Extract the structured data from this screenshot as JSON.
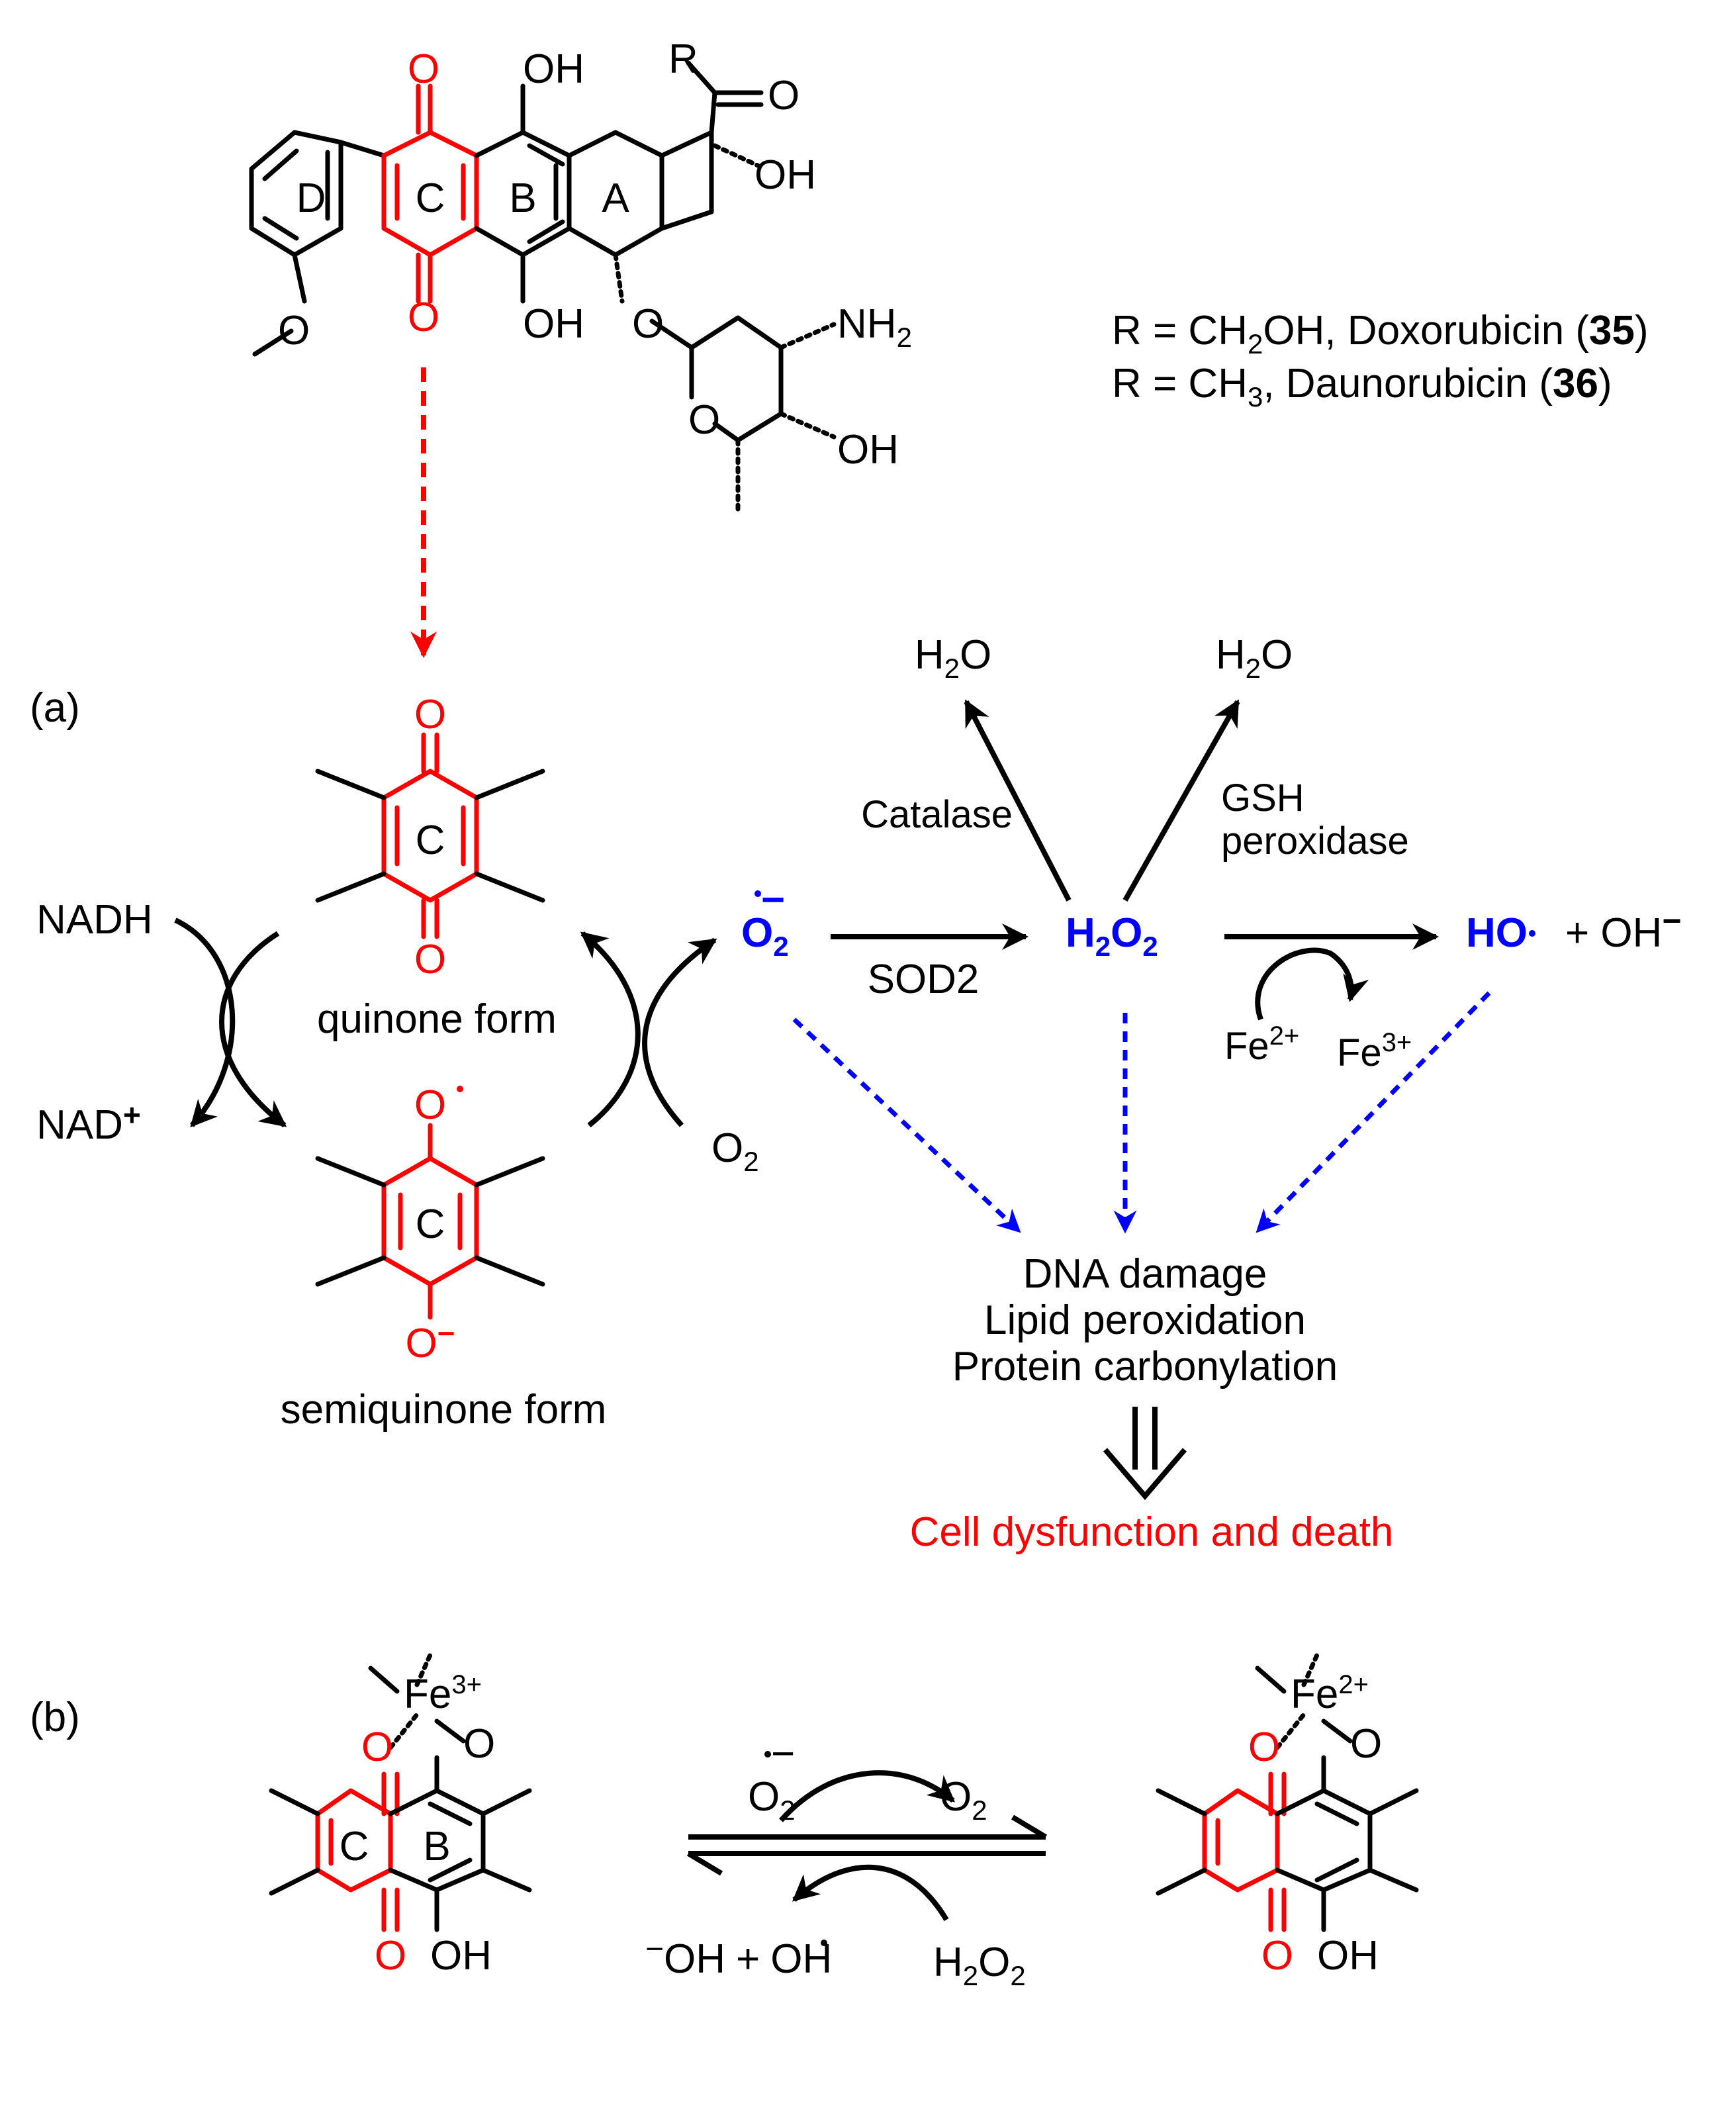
{
  "structure": {
    "atom_o": "O",
    "atom_oh": "OH",
    "atom_r": "R",
    "atom_nh2": "NH",
    "sub_2": "2",
    "ring_d": "D",
    "ring_c": "C",
    "ring_b": "B",
    "ring_a": "A",
    "legend_line1_a": "R = CH",
    "legend_line1_b": "OH, Doxorubicin (",
    "legend_line1_num": "35",
    "legend_line1_c": ")",
    "legend_line2_a": "R = CH",
    "legend_line2_sub": "3",
    "legend_line2_b": ", Daunorubicin (",
    "legend_line2_num": "36",
    "legend_line2_c": ")"
  },
  "panel_a": {
    "label": "(a)",
    "quinone_label": "quinone form",
    "semiquinone_label": "semiquinone form",
    "ring_c": "C",
    "nadh": "NADH",
    "nad_plus": "NAD",
    "plus_sign": "+",
    "o2": "O",
    "o2_sub": "2",
    "superoxide": "O",
    "superoxide_sub": "2",
    "superoxide_charge": "−",
    "sod2": "SOD2",
    "h2o2_h": "H",
    "h2o2_o": "O",
    "h2o2_sub": "2",
    "h2o_h": "H",
    "h2o_o": "O",
    "h2o_sub": "2",
    "catalase": "Catalase",
    "gsh": "GSH",
    "peroxidase": "peroxidase",
    "hydroxyl": "HO",
    "plus_oh": "+ OH",
    "minus": "−",
    "fe2": "Fe",
    "fe2_sup": "2+",
    "fe3": "Fe",
    "fe3_sup": "3+",
    "effect1": "DNA damage",
    "effect2": "Lipid peroxidation",
    "effect3": "Protein carbonylation",
    "outcome": "Cell dysfunction and death",
    "o_minus": "O",
    "o_radical": "O"
  },
  "panel_b": {
    "label": "(b)",
    "fe": "Fe",
    "fe3_sup": "3+",
    "fe2_sup": "2+",
    "ring_c": "C",
    "ring_b": "B",
    "o": "O",
    "oh": "OH",
    "superoxide": "O",
    "superoxide_sub": "2",
    "superoxide_charge": "−",
    "o2": "O",
    "o2_sub": "2",
    "oh_minus_left": "−",
    "oh_text": "OH",
    "plus_radical": "+",
    "h2o2": "H",
    "h2o2_o": "O",
    "h2o2_sub": "2"
  },
  "colors": {
    "quinone_red": "#ff0000",
    "ros_blue": "#0000ff",
    "bond_black": "#000000"
  }
}
